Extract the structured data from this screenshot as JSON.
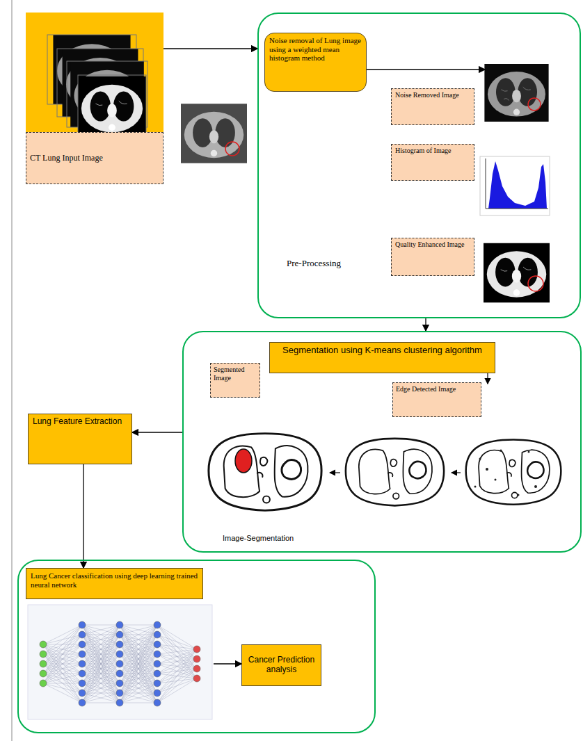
{
  "diagram": {
    "nodes": [
      {
        "text": [
          "CT Lung Input Image"
        ]
      },
      {
        "text": [
          "Pre-Processing"
        ]
      },
      {
        "text": [
          "Noise removal of Lung image using a weighted mean histogram method"
        ],
        "in": 1
      },
      {
        "text": [
          "Noise Removed Image"
        ],
        "in": 1
      },
      {
        "text": [
          "Histogram of Image"
        ],
        "in": 1
      },
      {
        "text": [
          "Quality Enhanced Image"
        ],
        "in": 1
      },
      {
        "text": [
          "Image-Segmentation"
        ]
      },
      {
        "text": [
          "Segmentation using K-means clustering algorithm"
        ],
        "in": 6
      },
      {
        "text": [
          "Segmented Image"
        ],
        "in": 6
      },
      {
        "text": [
          "Edge Detected Image"
        ],
        "in": 6
      },
      {
        "text": [
          "Lung Feature Extraction"
        ]
      },
      {
        "text": []
      },
      {
        "text": [
          "Lung Cancer classification using deep learning trained neural network"
        ],
        "in": 11
      },
      {
        "text": [
          "Cancer Prediction analysis"
        ],
        "in": 11
      }
    ],
    "edges": [
      {
        "from": 0,
        "to": 1,
        "arrow": "to"
      },
      {
        "from": 2,
        "to": 3,
        "arrow": "to"
      },
      {
        "from": 1,
        "to": 6,
        "arrow": "to"
      },
      {
        "from": 6,
        "to": 10,
        "arrow": "to"
      },
      {
        "from": 10,
        "to": 12,
        "arrow": "to"
      },
      {
        "from": 12,
        "to": 13,
        "arrow": "to"
      }
    ]
  }
}
